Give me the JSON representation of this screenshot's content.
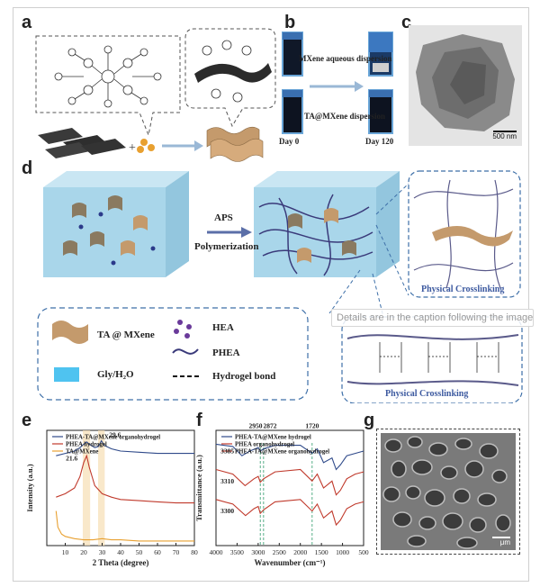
{
  "panels": {
    "a": "a",
    "b": "b",
    "c": "c",
    "d": "d",
    "e": "e",
    "f": "f",
    "g": "g"
  },
  "panel_b": {
    "label_mxene": "MXene aqueous dispersion",
    "label_ta": "TA@MXene dispersion",
    "day0": "Day 0",
    "day120": "Day 120"
  },
  "panel_c": {
    "scalebar": "500 nm"
  },
  "panel_d": {
    "aps": "APS",
    "polymerization": "Polymerization",
    "physical_crosslinking_1": "Physical Crosslinking",
    "physical_crosslinking_2": "Physical Crosslinking",
    "legend": {
      "ta_mxene": "TA @ MXene",
      "hea": "HEA",
      "phea": "PHEA",
      "gly": "Gly/H₂O",
      "hbond": "Hydrogel bond"
    }
  },
  "tooltip": "Details are in the caption following the image",
  "panel_g": {
    "scalebar": "μm"
  },
  "colors": {
    "blue_line": "#2f4a8a",
    "red_line": "#c0392b",
    "orange_line": "#e8a030",
    "cube": "#a9d6ea",
    "flake": "#c49a6c",
    "dashed_box": "#3d6fa8"
  },
  "chart_data": [
    {
      "type": "line",
      "panel": "e",
      "xlabel": "2 Theta (degree)",
      "ylabel": "Intensity (a.u.)",
      "xlim": [
        0,
        80
      ],
      "x_ticks": [
        "10",
        "20",
        "30",
        "40",
        "50",
        "60",
        "70",
        "80"
      ],
      "annotations": [
        "21.6",
        "29.6"
      ],
      "series": [
        {
          "name": "PHEA-TA@MXene organohydrogel",
          "color": "#2f4a8a",
          "x": [
            5,
            10,
            15,
            18,
            20,
            21.6,
            23,
            26,
            28,
            29.6,
            31,
            35,
            40,
            50,
            60,
            70,
            80
          ],
          "y": [
            0.78,
            0.8,
            0.82,
            0.85,
            0.88,
            0.9,
            0.88,
            0.85,
            0.86,
            0.91,
            0.87,
            0.84,
            0.82,
            0.81,
            0.8,
            0.8,
            0.8
          ]
        },
        {
          "name": "PHEA hydrogel",
          "color": "#c0392b",
          "x": [
            5,
            10,
            15,
            18,
            20,
            21.6,
            23,
            26,
            30,
            35,
            40,
            50,
            60,
            70,
            80
          ],
          "y": [
            0.42,
            0.45,
            0.5,
            0.6,
            0.72,
            0.78,
            0.68,
            0.52,
            0.45,
            0.42,
            0.4,
            0.39,
            0.38,
            0.37,
            0.37
          ]
        },
        {
          "name": "TA@MXene",
          "color": "#e8a030",
          "x": [
            5,
            6,
            8,
            10,
            15,
            20,
            25,
            30,
            35,
            40,
            50,
            60,
            70,
            80
          ],
          "y": [
            0.3,
            0.16,
            0.1,
            0.08,
            0.06,
            0.05,
            0.05,
            0.06,
            0.05,
            0.05,
            0.04,
            0.04,
            0.04,
            0.04
          ]
        }
      ]
    },
    {
      "type": "line",
      "panel": "f",
      "xlabel": "Wavenumber (cm⁻¹)",
      "ylabel": "Transmittance (a.u.)",
      "xlim": [
        4000,
        500
      ],
      "x_ticks": [
        "4000",
        "3500",
        "3000",
        "2500",
        "2000",
        "1500",
        "1000",
        "500"
      ],
      "annotations": [
        "2950",
        "2872",
        "1720",
        "3385",
        "3310",
        "3300"
      ],
      "series": [
        {
          "name": "PHEA-TA@MXene hydrogel",
          "color": "#2f4a8a",
          "x": [
            4000,
            3600,
            3385,
            3200,
            3000,
            2950,
            2872,
            2600,
            2000,
            1720,
            1600,
            1450,
            1250,
            1150,
            1050,
            900,
            700,
            500
          ],
          "y": [
            0.88,
            0.86,
            0.78,
            0.82,
            0.85,
            0.82,
            0.84,
            0.87,
            0.87,
            0.8,
            0.84,
            0.72,
            0.76,
            0.66,
            0.7,
            0.78,
            0.8,
            0.82
          ]
        },
        {
          "name": "PHEA organohydrogel",
          "color": "#c0392b",
          "x": [
            4000,
            3600,
            3310,
            3100,
            3000,
            2950,
            2872,
            2600,
            2000,
            1720,
            1600,
            1450,
            1250,
            1150,
            1050,
            900,
            700,
            500
          ],
          "y": [
            0.66,
            0.62,
            0.52,
            0.58,
            0.6,
            0.55,
            0.58,
            0.64,
            0.66,
            0.56,
            0.62,
            0.5,
            0.56,
            0.44,
            0.48,
            0.58,
            0.62,
            0.64
          ]
        },
        {
          "name": "PHEA-TA@MXene organohydrogel",
          "color": "#c0392b",
          "x": [
            4000,
            3600,
            3300,
            3100,
            3000,
            2950,
            2872,
            2600,
            2000,
            1720,
            1600,
            1450,
            1250,
            1150,
            1050,
            900,
            700,
            500
          ],
          "y": [
            0.4,
            0.36,
            0.26,
            0.32,
            0.34,
            0.28,
            0.31,
            0.38,
            0.4,
            0.3,
            0.36,
            0.24,
            0.3,
            0.18,
            0.22,
            0.32,
            0.36,
            0.38
          ]
        }
      ]
    }
  ]
}
